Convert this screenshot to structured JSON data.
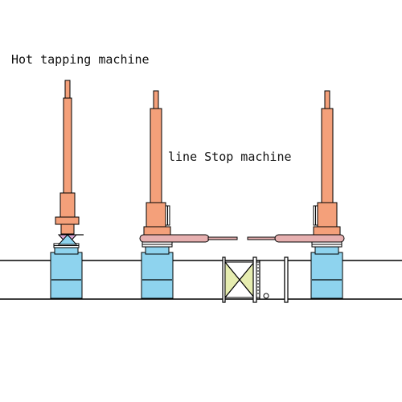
{
  "labels": {
    "hot_tapping": "Hot tapping machine",
    "line_stop": "line Stop machine"
  },
  "colors": {
    "machine": "#F4A07A",
    "fitting": "#8ED3EE",
    "valve_upper": "#D9A6D4",
    "stop_rod": "#E7B0B0",
    "gate_valve": "#E6EDB0",
    "outline": "#000000",
    "background": "#FFFFFF"
  },
  "diagram": {
    "pipeline_count": 1,
    "hot_tapping_units": 1,
    "line_stop_units": 2,
    "gate_valves": 1
  }
}
